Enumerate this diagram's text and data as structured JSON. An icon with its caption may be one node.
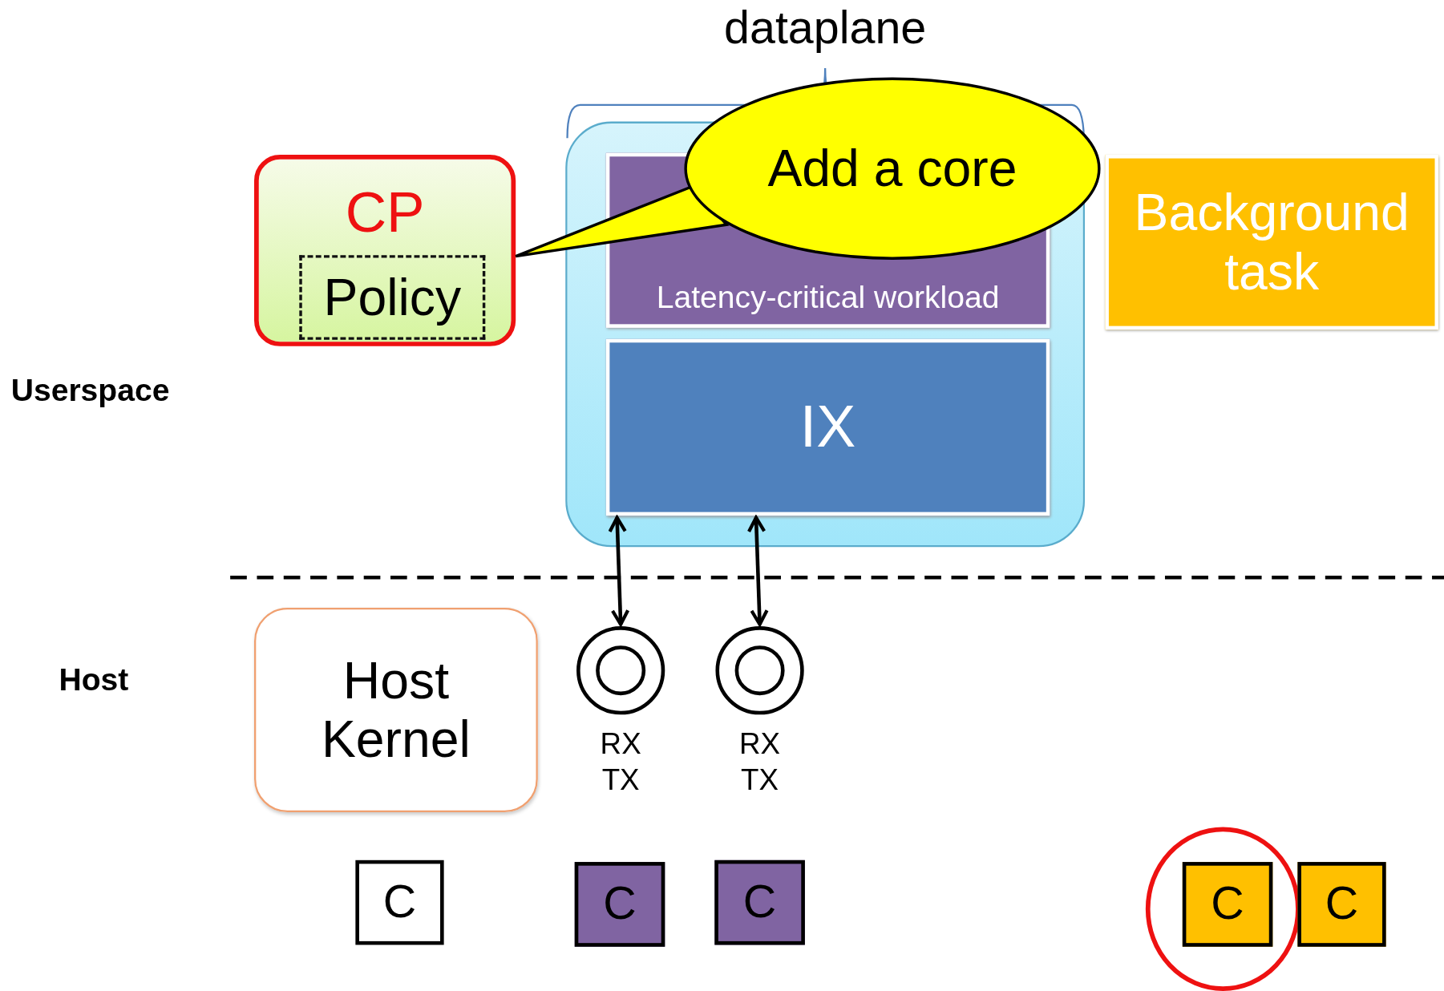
{
  "diagram": {
    "nodes": [
      {
        "text": [
          "CP"
        ]
      },
      {
        "text": [
          "Policy"
        ],
        "in": 0
      },
      {
        "text": [
          "dataplane"
        ]
      },
      {
        "text": [
          "Latency-critical workload"
        ],
        "in": 2
      },
      {
        "text": [
          "IX"
        ],
        "in": 2
      },
      {
        "text": [
          "Add a core"
        ]
      },
      {
        "text": [
          "Background task"
        ]
      },
      {
        "text": [
          "Host Kernel"
        ]
      },
      {
        "text": [],
        "shape": "circle",
        "beside": [
          "RX TX"
        ]
      },
      {
        "text": [],
        "shape": "circle",
        "beside": [
          "RX TX"
        ]
      },
      {
        "text": [
          "C"
        ]
      },
      {
        "text": [
          "C"
        ]
      },
      {
        "text": [
          "C"
        ]
      },
      {
        "text": [],
        "shape": "circle"
      },
      {
        "text": [
          "C"
        ],
        "in": 13
      },
      {
        "text": [
          "C"
        ]
      }
    ],
    "edges": [
      {
        "from": 5,
        "to": 0,
        "arrow": "none"
      },
      {
        "from": 4,
        "to": 8,
        "arrow": "both"
      },
      {
        "from": 4,
        "to": 9,
        "arrow": "both"
      }
    ],
    "labels": [
      "Userspace",
      "Host"
    ]
  }
}
